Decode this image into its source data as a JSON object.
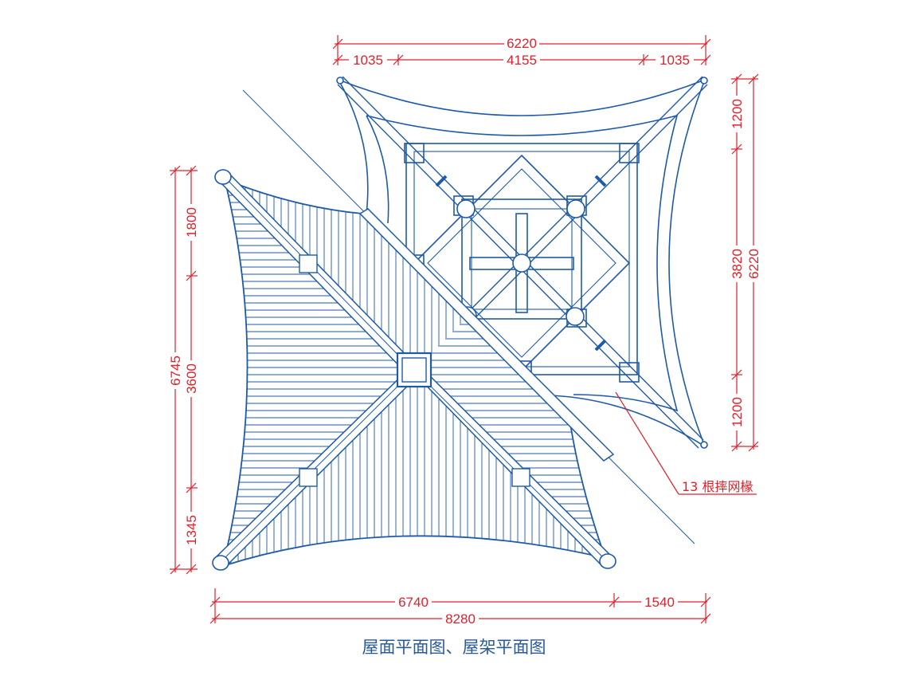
{
  "caption": "屋面平面图、屋架平面图",
  "note": "13 根摔网椽",
  "colors": {
    "structure": "#1e5aa8",
    "dimension": "#e0202a",
    "caption": "#2a5a9a"
  },
  "dims": {
    "top_total": "6220",
    "top_left": "1035",
    "top_mid": "4155",
    "top_right": "1035",
    "right_top": "1200",
    "right_mid": "3820",
    "right_bot": "1200",
    "right_total": "6220",
    "left_top": "1800",
    "left_mid": "3600",
    "left_bot": "1345",
    "left_total": "6745",
    "bottom_left": "6740",
    "bottom_right": "1540",
    "bottom_total": "8280"
  }
}
